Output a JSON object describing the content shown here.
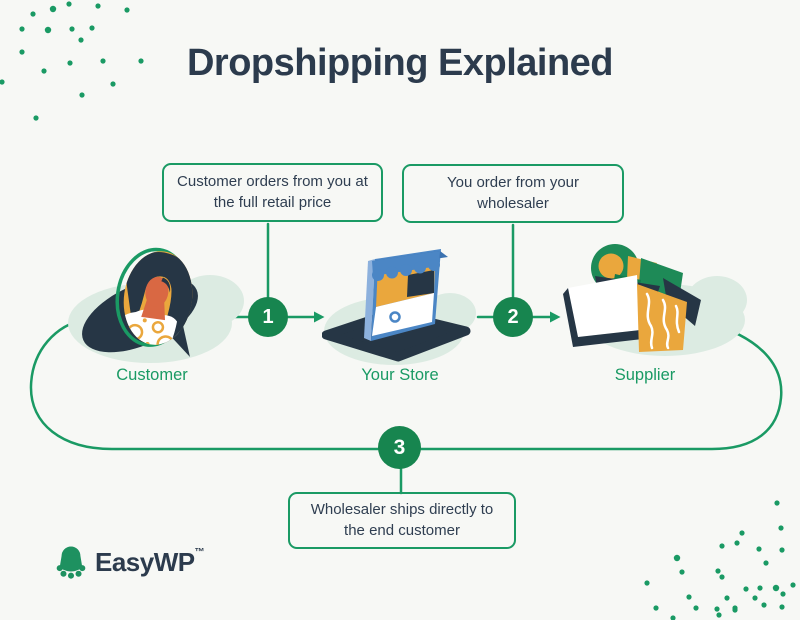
{
  "title": "Dropshipping Explained",
  "callouts": [
    {
      "text": "Customer orders from you at the full retail price"
    },
    {
      "text": "You order from your wholesaler"
    },
    {
      "text": "Wholesaler ships directly to the end customer"
    }
  ],
  "steps": [
    {
      "number": "1"
    },
    {
      "number": "2"
    },
    {
      "number": "3"
    }
  ],
  "nodes": [
    {
      "label": "Customer",
      "icon": "customer-avatar-illustration"
    },
    {
      "label": "Your Store",
      "icon": "storefront-laptop-illustration"
    },
    {
      "label": "Supplier",
      "icon": "supplier-box-illustration"
    }
  ],
  "brand": {
    "name": "EasyWP",
    "trademark": "™",
    "icon": "octopus-icon"
  },
  "colors": {
    "green": "#1a9a64",
    "circle_green": "#17854f",
    "navy": "#2c3b4d",
    "text": "#2f3e51",
    "background": "#f7f8f5",
    "mint": "#dcebe2",
    "orange": "#eaa73d",
    "face_orange": "#d96843",
    "blue": "#4b86c5"
  }
}
